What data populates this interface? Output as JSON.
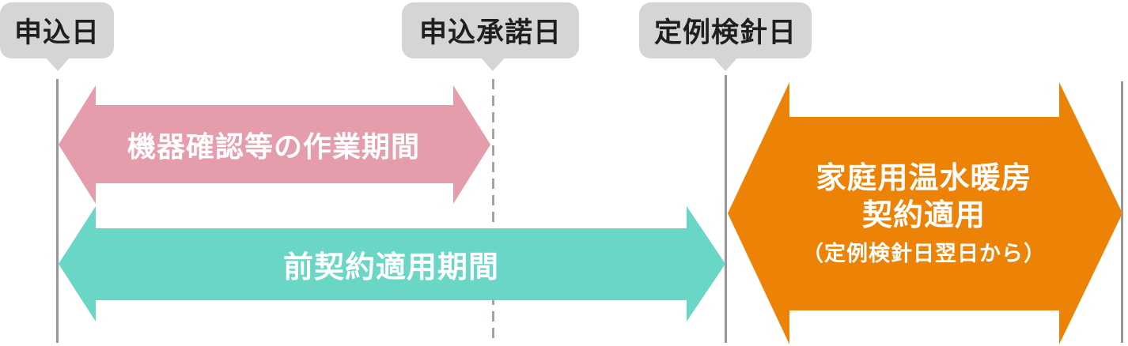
{
  "diagram": {
    "description_type": "timeline-diagram",
    "bubbles": [
      {
        "label": "申込日"
      },
      {
        "label": "申込承諾日"
      },
      {
        "label": "定例検針日"
      }
    ],
    "arrows": {
      "work_period": {
        "label": "機器確認等の作業期間"
      },
      "previous_contract": {
        "label": "前契約適用期間"
      },
      "new_contract": {
        "line1": "家庭用温水暖房",
        "line2": "契約適用",
        "line3": "（定例検針日翌日から）"
      }
    },
    "colors": {
      "pink_arrow": "#e69dab",
      "teal_arrow": "#69d6c6",
      "orange_arrow": "#ed8306",
      "bubble_bg": "#d5d5d5",
      "bubble_text": "#1f1f1f",
      "arrow_text": "#ffffff",
      "line_solid": "#979797",
      "line_dashed": "#a6a39b"
    }
  }
}
